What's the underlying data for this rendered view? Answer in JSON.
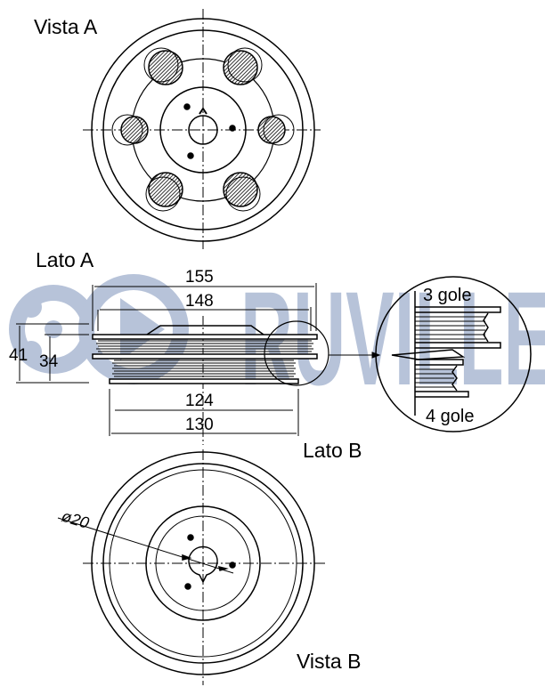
{
  "labels": {
    "vista_a": "Vista A",
    "lato_a": "Lato A",
    "lato_b": "Lato B",
    "vista_b": "Vista B",
    "grooves_top": "3 gole",
    "grooves_bottom": "4 gole"
  },
  "dimensions": {
    "overall_diameter": "155",
    "outer_diameter_2": "148",
    "lower_diameter": "124",
    "lower_outer_diameter": "130",
    "height_total": "41",
    "height_inner": "34",
    "bore_diameter": "ø20"
  },
  "watermark": {
    "text": "RUVILLE",
    "color": "#b7c3d9"
  }
}
